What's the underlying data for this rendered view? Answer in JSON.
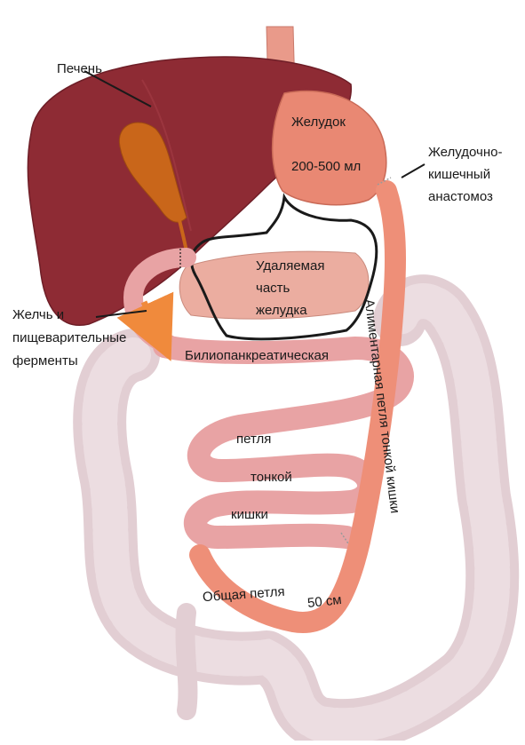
{
  "labels": {
    "liver": "Печень",
    "stomach": "Желудок",
    "stomach_volume": "200-500 мл",
    "anastomosis": [
      "Желудочно-",
      "кишечный",
      "анастомоз"
    ],
    "removed_stomach": [
      "Удаляемая",
      "часть",
      "желудка"
    ],
    "bile": [
      "Желчь и",
      "пищеварительные",
      "ферменты"
    ],
    "biliopancreatic": "Билиопанкреатическая",
    "loop_words": [
      "петля",
      "тонкой",
      "кишки"
    ],
    "alimentary": "Алиментарная петля тонкой кишки",
    "common_loop": "Общая петля",
    "common_length": "50 см"
  },
  "colors": {
    "liver": "#8e2b34",
    "gallbladder": "#c9661a",
    "stomach": "#e98873",
    "intestine": "#e8a3a4",
    "colon": "#ddc6cc",
    "outline": "#1a1a1a",
    "arrow": "#f08a3c"
  }
}
